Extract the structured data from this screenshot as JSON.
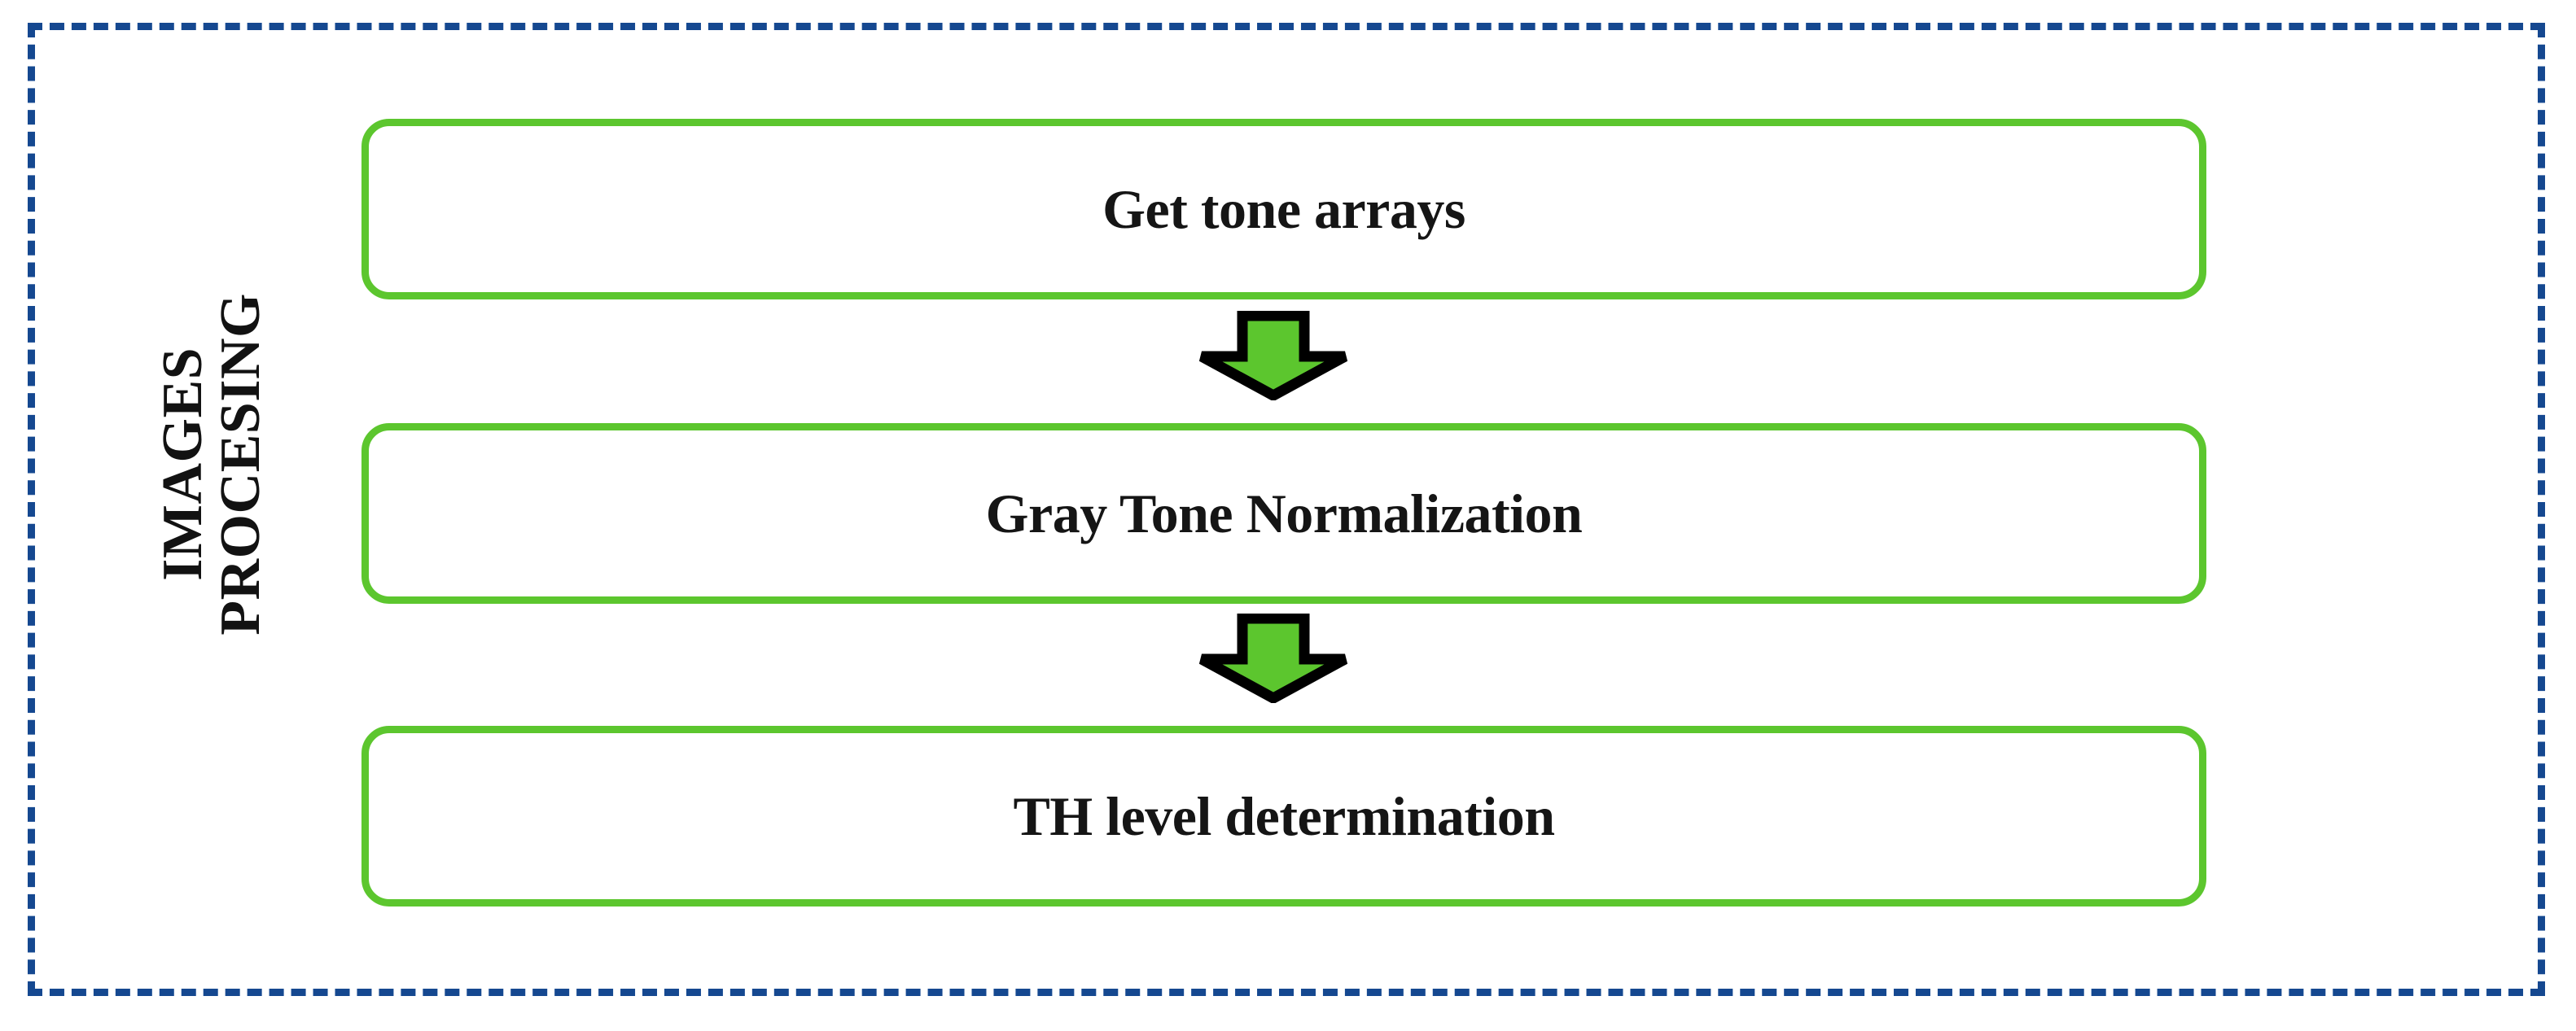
{
  "diagram": {
    "title": "Images processing pipeline",
    "type": "flowchart",
    "orientation": "vertical",
    "group": {
      "name": "images-processing-group",
      "label_lines": [
        "IMAGES",
        "PROCESING"
      ],
      "label_line_1": "IMAGES",
      "label_line_2": "PROCESING",
      "label_rotation_deg": -90,
      "border_style": "dashed",
      "border_color": "#154890"
    },
    "colors": {
      "dashed_border": "#154890",
      "box_border": "#5CC62E",
      "box_fill": "#FFFFFF",
      "arrow_fill": "#5CC62E",
      "arrow_outline": "#000000",
      "text": "#151515",
      "background": "#FFFFFF"
    },
    "steps": [
      {
        "id": "step-1",
        "label": "Get tone arrays"
      },
      {
        "id": "step-2",
        "label": "Gray Tone Normalization"
      },
      {
        "id": "step-3",
        "label": "TH level determination"
      }
    ],
    "connectors": [
      {
        "id": "arrow-1",
        "icon": "down-block-arrow-icon",
        "from": "step-1",
        "to": "step-2"
      },
      {
        "id": "arrow-2",
        "icon": "down-block-arrow-icon",
        "from": "step-2",
        "to": "step-3"
      }
    ]
  }
}
